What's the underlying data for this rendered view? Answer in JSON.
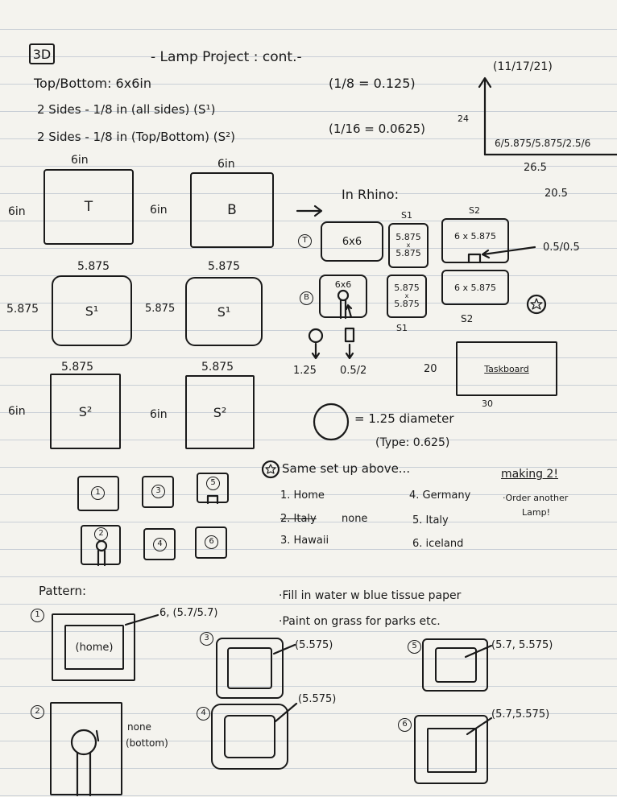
{
  "header": {
    "label": "3D",
    "title": "- Lamp Project : cont.-",
    "date": "(11/17/21)"
  },
  "specs": {
    "top_bottom": "Top/Bottom: 6x6in",
    "s1": "2 Sides - 1/8 in (all sides) (S¹)",
    "s2": "2 Sides - 1/8 in (Top/Bottom) (S²)",
    "conv1": "(1/8 = 0.125)",
    "conv2": "(1/16 = 0.0625)"
  },
  "graph": {
    "y_label": "24",
    "x_label": "6/5.875/5.875/2.5/6",
    "v1": "26.5",
    "v2": "20.5"
  },
  "pieces": {
    "t": {
      "top": "6in",
      "side": "6in",
      "label": "T"
    },
    "b": {
      "top": "6in",
      "side": "6in",
      "label": "B"
    },
    "s1a": {
      "top": "5.875",
      "side": "5.875",
      "label": "S¹"
    },
    "s1b": {
      "top": "5.875",
      "side": "5.875",
      "label": "S¹"
    },
    "s2a": {
      "top": "5.875",
      "side": "6in",
      "label": "S²"
    },
    "s2b": {
      "top": "5.875",
      "side": "6in",
      "label": "S²"
    }
  },
  "rhino": {
    "heading": "In Rhino:",
    "col_s1": "S1",
    "col_s2": "S2",
    "t_badge": "T",
    "b_badge": "B",
    "t_box": "6x6",
    "b_box": "6x6",
    "s1_top": [
      "5.875",
      "x",
      "5.875"
    ],
    "s1_bot": [
      "5.875",
      "x",
      "5.875"
    ],
    "s1_bot_label": "S1",
    "s2_top": "6 x 5.875",
    "s2_bot": "6 x 5.875",
    "s2_bot_label": "S2",
    "notch_label": "0.5/0.5",
    "dim_circle": "1.25",
    "dim_rect": "0.5/2",
    "taskboard": "Taskboard",
    "task_left": "20",
    "task_bottom": "30",
    "diameter": "= 1.25 diameter",
    "type": "(Type: 0.625)"
  },
  "star": {
    "header": "Same set up above...",
    "items": [
      "1. Home",
      "2. Italy",
      "none",
      "3. Hawaii",
      "4. Germany",
      "5. Italy",
      "6. iceland"
    ],
    "making": "making 2!",
    "order": "·Order another",
    "lamp": "Lamp!"
  },
  "mini": {
    "badges": [
      "1",
      "2",
      "3",
      "4",
      "5",
      "6"
    ]
  },
  "pattern": {
    "label": "Pattern:",
    "notes": [
      "·Fill in water w blue tissue paper",
      "·Paint on grass for parks etc."
    ],
    "p1_label": "(home)",
    "p1_dim": "6, (5.7/5.7)",
    "p2_label": [
      "none",
      "(bottom)"
    ],
    "p3_dim": "(5.575)",
    "p4_dim": "(5.575)",
    "p5_dim": "(5.7, 5.575)",
    "p6_dim": "(5.7,5.575)",
    "badges": [
      "1",
      "2",
      "3",
      "4",
      "5",
      "6"
    ]
  }
}
